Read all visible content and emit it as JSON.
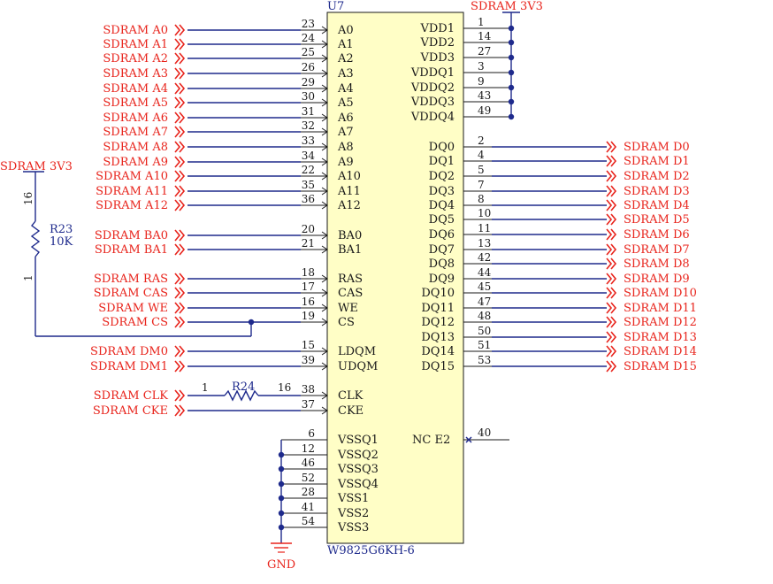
{
  "component": {
    "ref": "U7",
    "part": "W9825G6KH-6",
    "body_color": "#fffec6",
    "left_pins": [
      {
        "num": "23",
        "name": "A0",
        "net": "SDRAM_A0"
      },
      {
        "num": "24",
        "name": "A1",
        "net": "SDRAM_A1"
      },
      {
        "num": "25",
        "name": "A2",
        "net": "SDRAM_A2"
      },
      {
        "num": "26",
        "name": "A3",
        "net": "SDRAM_A3"
      },
      {
        "num": "29",
        "name": "A4",
        "net": "SDRAM_A4"
      },
      {
        "num": "30",
        "name": "A5",
        "net": "SDRAM_A5"
      },
      {
        "num": "31",
        "name": "A6",
        "net": "SDRAM_A6"
      },
      {
        "num": "32",
        "name": "A7",
        "net": "SDRAM_A7"
      },
      {
        "num": "33",
        "name": "A8",
        "net": "SDRAM_A8"
      },
      {
        "num": "34",
        "name": "A9",
        "net": "SDRAM_A9"
      },
      {
        "num": "22",
        "name": "A10",
        "net": "SDRAM_A10"
      },
      {
        "num": "35",
        "name": "A11",
        "net": "SDRAM_A11"
      },
      {
        "num": "36",
        "name": "A12",
        "net": "SDRAM_A12"
      },
      {
        "num": "20",
        "name": "BA0",
        "net": "SDRAM_BA0"
      },
      {
        "num": "21",
        "name": "BA1",
        "net": "SDRAM_BA1"
      },
      {
        "num": "18",
        "name": "RAS",
        "net": "SDRAM_RAS"
      },
      {
        "num": "17",
        "name": "CAS",
        "net": "SDRAM_CAS"
      },
      {
        "num": "16",
        "name": "WE",
        "net": "SDRAM_WE"
      },
      {
        "num": "19",
        "name": "CS",
        "net": "SDRAM_CS"
      },
      {
        "num": "15",
        "name": "LDQM",
        "net": "SDRAM_DM0"
      },
      {
        "num": "39",
        "name": "UDQM",
        "net": "SDRAM_DM1"
      },
      {
        "num": "38",
        "name": "CLK",
        "net": "SDRAM_CLK"
      },
      {
        "num": "37",
        "name": "CKE",
        "net": "SDRAM_CKE"
      }
    ],
    "power_pins": [
      {
        "num": "1",
        "name": "VDD1"
      },
      {
        "num": "14",
        "name": "VDD2"
      },
      {
        "num": "27",
        "name": "VDD3"
      },
      {
        "num": "3",
        "name": "VDDQ1"
      },
      {
        "num": "9",
        "name": "VDDQ2"
      },
      {
        "num": "43",
        "name": "VDDQ3"
      },
      {
        "num": "49",
        "name": "VDDQ4"
      }
    ],
    "data_pins": [
      {
        "num": "2",
        "name": "DQ0",
        "net": "SDRAM_D0"
      },
      {
        "num": "4",
        "name": "DQ1",
        "net": "SDRAM_D1"
      },
      {
        "num": "5",
        "name": "DQ2",
        "net": "SDRAM_D2"
      },
      {
        "num": "7",
        "name": "DQ3",
        "net": "SDRAM_D3"
      },
      {
        "num": "8",
        "name": "DQ4",
        "net": "SDRAM_D4"
      },
      {
        "num": "10",
        "name": "DQ5",
        "net": "SDRAM_D5"
      },
      {
        "num": "11",
        "name": "DQ6",
        "net": "SDRAM_D6"
      },
      {
        "num": "13",
        "name": "DQ7",
        "net": "SDRAM_D7"
      },
      {
        "num": "42",
        "name": "DQ8",
        "net": "SDRAM_D8"
      },
      {
        "num": "44",
        "name": "DQ9",
        "net": "SDRAM_D9"
      },
      {
        "num": "45",
        "name": "DQ10",
        "net": "SDRAM_D10"
      },
      {
        "num": "47",
        "name": "DQ11",
        "net": "SDRAM_D11"
      },
      {
        "num": "48",
        "name": "DQ12",
        "net": "SDRAM_D12"
      },
      {
        "num": "50",
        "name": "DQ13",
        "net": "SDRAM_D13"
      },
      {
        "num": "51",
        "name": "DQ14",
        "net": "SDRAM_D14"
      },
      {
        "num": "53",
        "name": "DQ15",
        "net": "SDRAM_D15"
      }
    ],
    "nc_pin": {
      "num": "40",
      "name": "NC_E2"
    },
    "ground_pins": [
      {
        "num": "6",
        "name": "VSSQ1"
      },
      {
        "num": "12",
        "name": "VSSQ2"
      },
      {
        "num": "46",
        "name": "VSSQ3"
      },
      {
        "num": "52",
        "name": "VSSQ4"
      },
      {
        "num": "28",
        "name": "VSS1"
      },
      {
        "num": "41",
        "name": "VSS2"
      },
      {
        "num": "54",
        "name": "VSS3"
      }
    ]
  },
  "power_label_top": "SDRAM_3V3",
  "power_label_left": "SDRAM_3V3",
  "ground_label": "GND",
  "r23": {
    "ref": "R23",
    "value": "10K",
    "pin_top": "16",
    "pin_bottom": "1"
  },
  "r24": {
    "ref": "R24",
    "pin_left": "1",
    "pin_right": "16"
  },
  "colors": {
    "net": "#e8241c",
    "wire": "#1e2a8c",
    "body": "#fffec6"
  }
}
